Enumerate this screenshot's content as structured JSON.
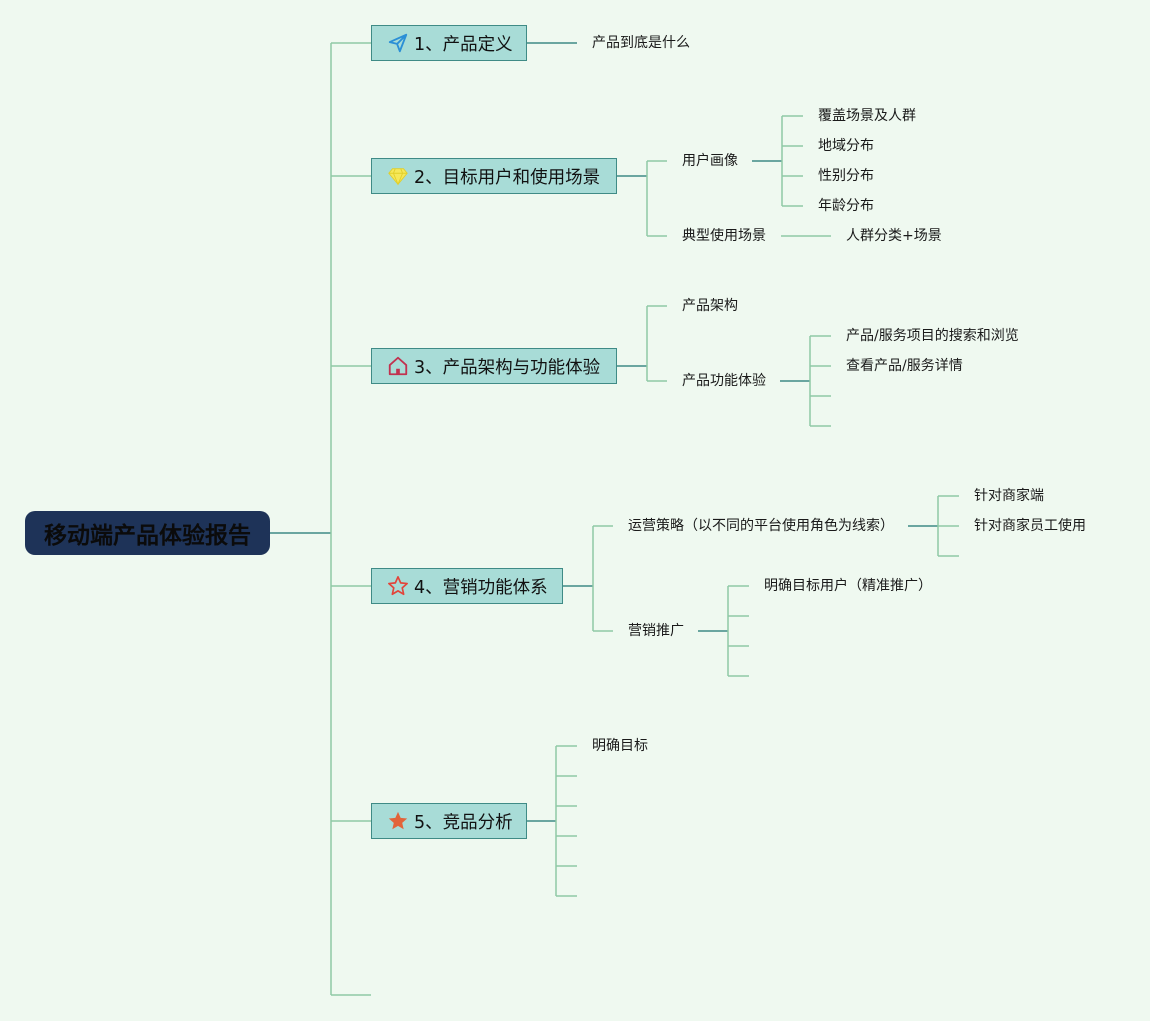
{
  "root": {
    "title": "移动端产品体验报告"
  },
  "topics": [
    {
      "icon": "paper-plane-icon",
      "label": "1、产品定义",
      "color": "#2b8fd6"
    },
    {
      "icon": "gem-icon",
      "label": "2、目标用户和使用场景",
      "color": "#f2e044"
    },
    {
      "icon": "home-icon",
      "label": "3、产品架构与功能体验",
      "color": "#c2314f"
    },
    {
      "icon": "star-outline-icon",
      "label": "4、营销功能体系",
      "color": "#e2443a"
    },
    {
      "icon": "star-filled-icon",
      "label": "5、竞品分析",
      "color": "#e2643a"
    }
  ],
  "nodes": {
    "t1_c1": "产品到底是什么",
    "t2_user": "用户画像",
    "t2_user_1": "覆盖场景及人群",
    "t2_user_2": "地域分布",
    "t2_user_3": "性别分布",
    "t2_user_4": "年龄分布",
    "t2_scene": "典型使用场景",
    "t2_scene_1": "人群分类+场景",
    "t3_arch": "产品架构",
    "t3_func": "产品功能体验",
    "t3_func_1": "产品/服务项目的搜索和浏览",
    "t3_func_2": "查看产品/服务详情",
    "t4_ops": "运营策略（以不同的平台使用角色为线索）",
    "t4_ops_1": "针对商家端",
    "t4_ops_2": "针对商家员工使用",
    "t4_promo": "营销推广",
    "t4_promo_1": "明确目标用户（精准推广）",
    "t5_goal": "明确目标"
  },
  "colors": {
    "background": "#eff9f0",
    "root_fill": "#1e3358",
    "topic_fill": "#a8dcd7",
    "topic_border": "#3f8b86",
    "line_main": "#3f8b86",
    "line_light": "#8fc9a6"
  }
}
